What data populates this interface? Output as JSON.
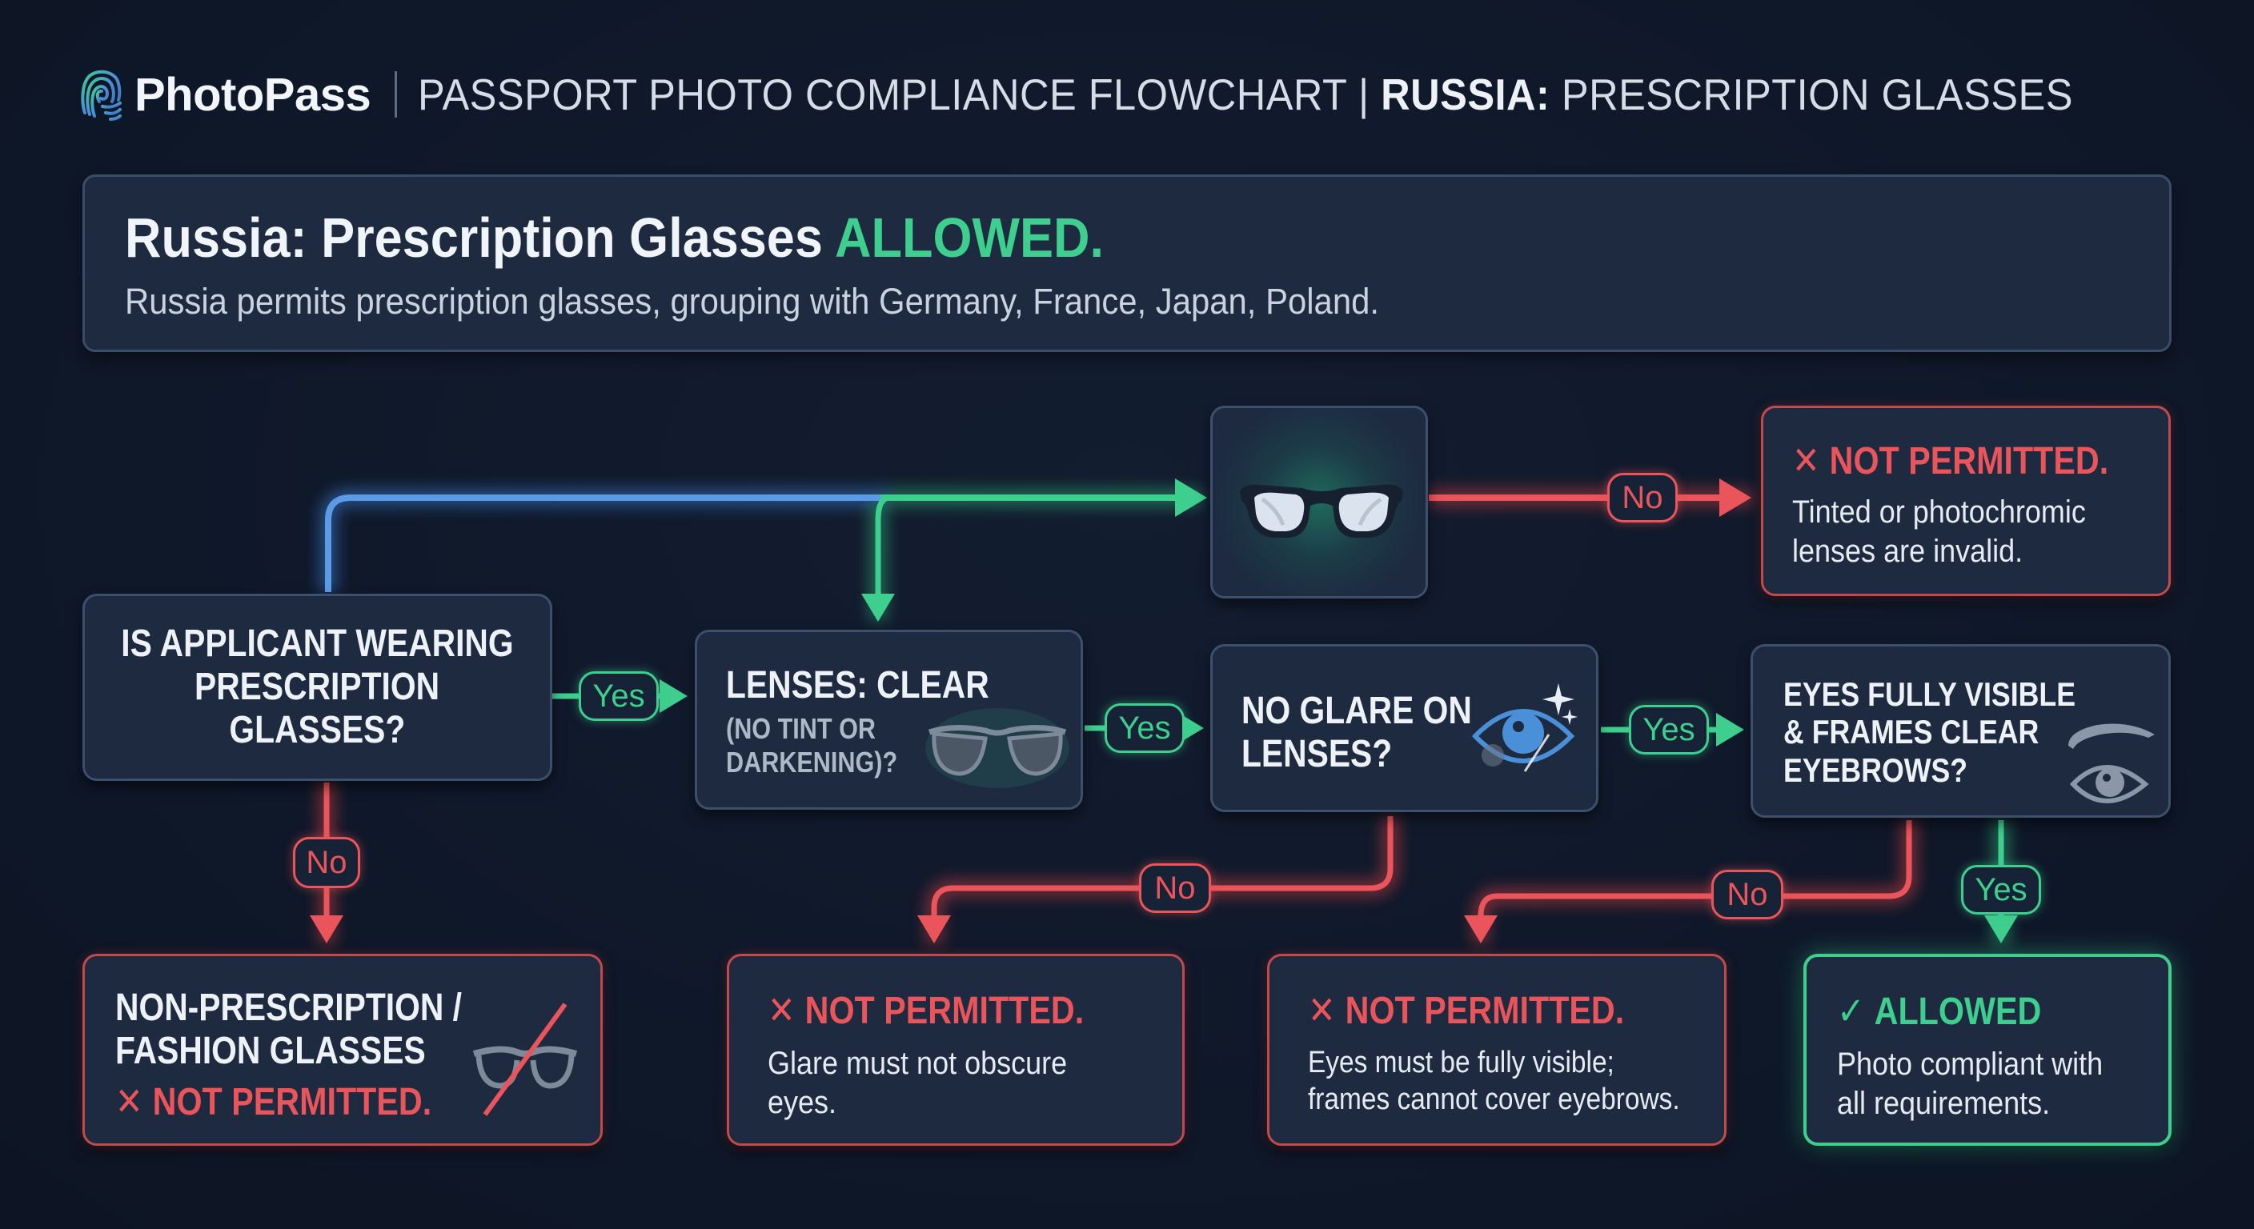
{
  "header": {
    "brand": "PhotoPass",
    "title_prefix": "PASSPORT PHOTO COMPLIANCE FLOWCHART | ",
    "title_country": "RUSSIA:",
    "title_suffix": " PRESCRIPTION GLASSES",
    "logo_icon": "fingerprint-icon"
  },
  "banner": {
    "title_main": "Russia: Prescription Glasses ",
    "title_status": "ALLOWED.",
    "subtitle": "Russia permits prescription glasses, grouping with Germany, France, Japan, Poland."
  },
  "colors": {
    "background": "#0f1829",
    "node_fill": "#1d2a40",
    "node_border": "#3c4f6b",
    "allowed_green": "#3ecf8e",
    "denied_red": "#e9555a",
    "start_blue": "#5b9be6"
  },
  "nodes": {
    "q1": {
      "lines": [
        "IS APPLICANT WEARING",
        "PRESCRIPTION",
        "GLASSES?"
      ]
    },
    "q2": {
      "title": "LENSES: CLEAR",
      "sub_lines": [
        "(NO TINT OR",
        "DARKENING)?"
      ],
      "icon": "sunglasses-icon"
    },
    "q3": {
      "lines": [
        "NO GLARE ON",
        "LENSES?"
      ],
      "icon": "eye-glare-icon"
    },
    "q4": {
      "lines": [
        "EYES FULLY VISIBLE",
        "& FRAMES CLEAR",
        "EYEBROWS?"
      ],
      "icon": "eye-eyebrow-icon"
    },
    "glasses_illustration": {
      "icon": "clear-glasses-icon"
    }
  },
  "outcomes": {
    "tinted": {
      "mark": "✕",
      "title": "NOT PERMITTED.",
      "lines": [
        "Tinted or photochromic",
        "lenses are invalid."
      ]
    },
    "fashion": {
      "lines": [
        "NON-PRESCRIPTION /",
        "FASHION GLASSES"
      ],
      "mark": "✕",
      "title": "NOT PERMITTED.",
      "icon": "crossed-glasses-icon"
    },
    "glare": {
      "mark": "✕",
      "title": "NOT PERMITTED.",
      "lines": [
        "Glare must not obscure",
        "eyes."
      ]
    },
    "eyebrows": {
      "mark": "✕",
      "title": "NOT PERMITTED.",
      "lines": [
        "Eyes must be fully visible;",
        "frames cannot cover eyebrows."
      ]
    },
    "allowed": {
      "mark": "✓",
      "title": "ALLOWED",
      "lines": [
        "Photo compliant with",
        "all requirements."
      ]
    }
  },
  "edges": {
    "q1_yes": "Yes",
    "q1_no": "No",
    "q2_yes": "Yes",
    "glasses_no": "No",
    "q3_yes": "Yes",
    "q3_no": "No",
    "q4_no": "No",
    "q4_yes": "Yes"
  }
}
